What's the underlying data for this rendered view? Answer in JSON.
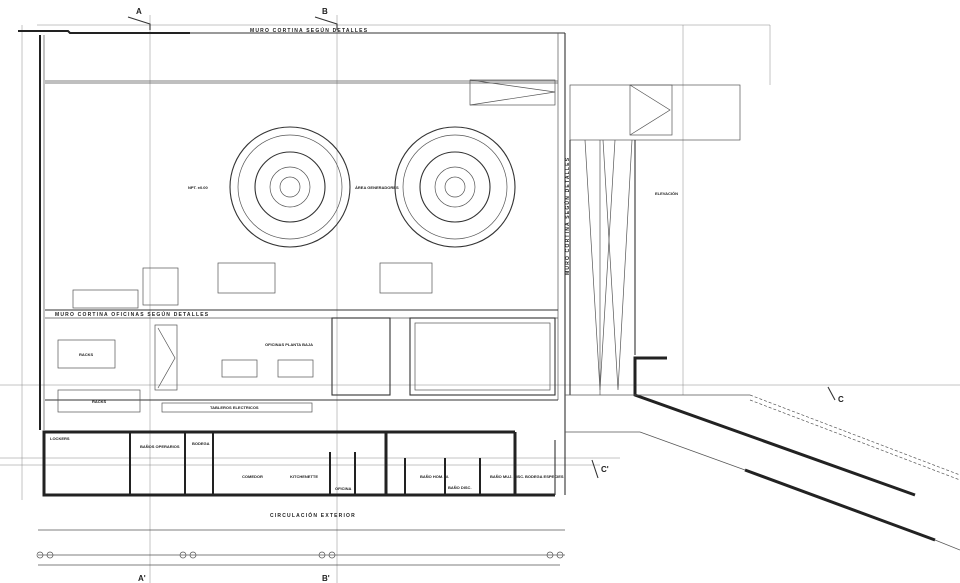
{
  "drawing": {
    "section_marks": {
      "a": "A",
      "b": "B",
      "a_prime": "A'",
      "b_prime": "B'",
      "c": "C",
      "c_prime": "C'"
    },
    "labels": {
      "curtain_wall_top": "MURO CORTINA SEGÚN DETALLES",
      "curtain_wall_right": "MURO CORTINA SEGÚN DETALLES",
      "curtain_wall_offices": "MURO CORTINA OFICINAS SEGÚN DETALLES",
      "generator_area": "ÁREA GENERADORES",
      "racks_1": "RACKS",
      "racks_2": "RACKS",
      "electrical_panels": "TABLEROS ELECTRICOS",
      "ground_floor_offices": "OFICINAS PLANTA BAJA",
      "exterior_circulation": "CIRCULACIÓN EXTERIOR",
      "elevation": "ELEVACIÓN",
      "lockers": "LOCKERS",
      "workers_baths": "BAÑOS OPERARIOS",
      "storage": "BODEGA",
      "dining": "COMEDOR",
      "kitchenette": "KITCHENETTE",
      "office": "OFICINA",
      "bath_men": "BAÑO HOM. M.",
      "bath_disabled": "BAÑO DISC.",
      "bath_women": "BAÑO MUJ. DISC.",
      "special_storage": "BODEGA ESPECIES"
    },
    "level_tag": "NPT. ±0.00"
  }
}
